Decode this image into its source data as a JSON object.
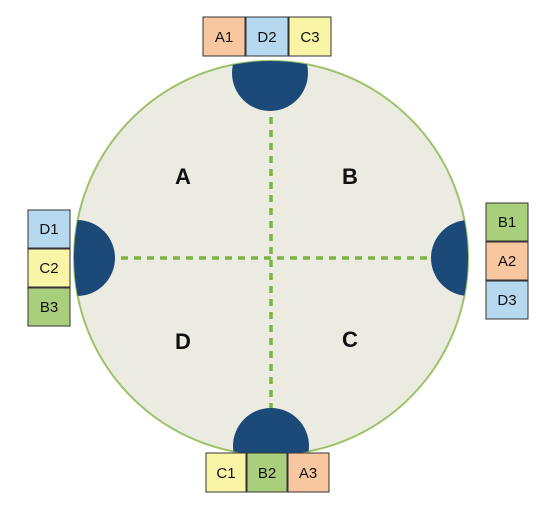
{
  "colors": {
    "background": "#ffffff",
    "circle_fill": "#ebebe1",
    "circle_stroke": "#9bc36a",
    "divider": "#7cb342",
    "node": "#1c4a78",
    "A": "#f8c79f",
    "B": "#a9cf7c",
    "C": "#f9f4a6",
    "D": "#b7d9ef",
    "box_border": "#333333"
  },
  "quadrants": [
    {
      "id": "quad-a",
      "label": "A"
    },
    {
      "id": "quad-b",
      "label": "B"
    },
    {
      "id": "quad-c",
      "label": "C"
    },
    {
      "id": "quad-d",
      "label": "D"
    }
  ],
  "nodes": {
    "top": {
      "boxes": [
        {
          "label": "A1",
          "group": "A"
        },
        {
          "label": "D2",
          "group": "D"
        },
        {
          "label": "C3",
          "group": "C"
        }
      ]
    },
    "right": {
      "boxes": [
        {
          "label": "B1",
          "group": "B"
        },
        {
          "label": "A2",
          "group": "A"
        },
        {
          "label": "D3",
          "group": "D"
        }
      ]
    },
    "bottom": {
      "boxes": [
        {
          "label": "C1",
          "group": "C"
        },
        {
          "label": "B2",
          "group": "B"
        },
        {
          "label": "A3",
          "group": "A"
        }
      ]
    },
    "left": {
      "boxes": [
        {
          "label": "D1",
          "group": "D"
        },
        {
          "label": "C2",
          "group": "C"
        },
        {
          "label": "B3",
          "group": "B"
        }
      ]
    }
  }
}
